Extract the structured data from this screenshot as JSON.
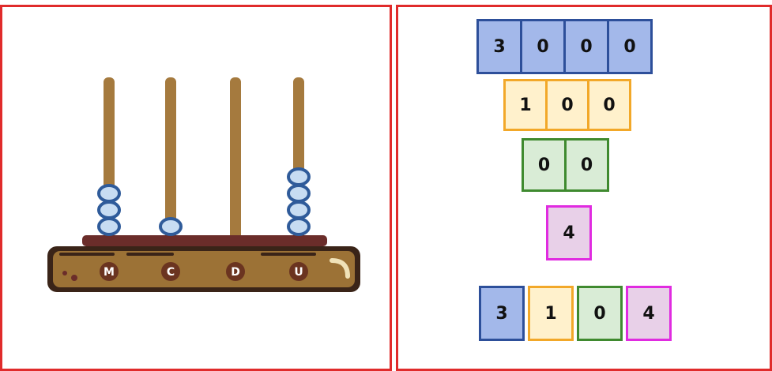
{
  "abacus": {
    "labels": [
      "M",
      "C",
      "D",
      "U"
    ],
    "bead_counts": [
      3,
      1,
      0,
      4
    ],
    "colors": {
      "rod": "#a57a3e",
      "bead_fill": "#c7dcf2",
      "bead_stroke": "#2f5b9a",
      "frame_top": "#6b2d2a",
      "base": "#9c7236",
      "base_dark": "#3a2418",
      "label_circle": "#6b3420",
      "label_text": "#ffffff"
    }
  },
  "place_value": {
    "rows": [
      {
        "digits": [
          "3",
          "0",
          "0",
          "0"
        ],
        "fill": "#a3b8ea",
        "border": "#2d4f9a"
      },
      {
        "digits": [
          "1",
          "0",
          "0"
        ],
        "fill": "#fff1cc",
        "border": "#f2a829"
      },
      {
        "digits": [
          "0",
          "0"
        ],
        "fill": "#d9ecd6",
        "border": "#3f8a2f"
      },
      {
        "digits": [
          "4"
        ],
        "fill": "#e8d0e8",
        "border": "#e02be0"
      }
    ],
    "result": {
      "digits": [
        "3",
        "1",
        "0",
        "4"
      ],
      "fills": [
        "#a3b8ea",
        "#fff1cc",
        "#d9ecd6",
        "#e8d0e8"
      ],
      "borders": [
        "#2d4f9a",
        "#f2a829",
        "#3f8a2f",
        "#e02be0"
      ]
    }
  }
}
